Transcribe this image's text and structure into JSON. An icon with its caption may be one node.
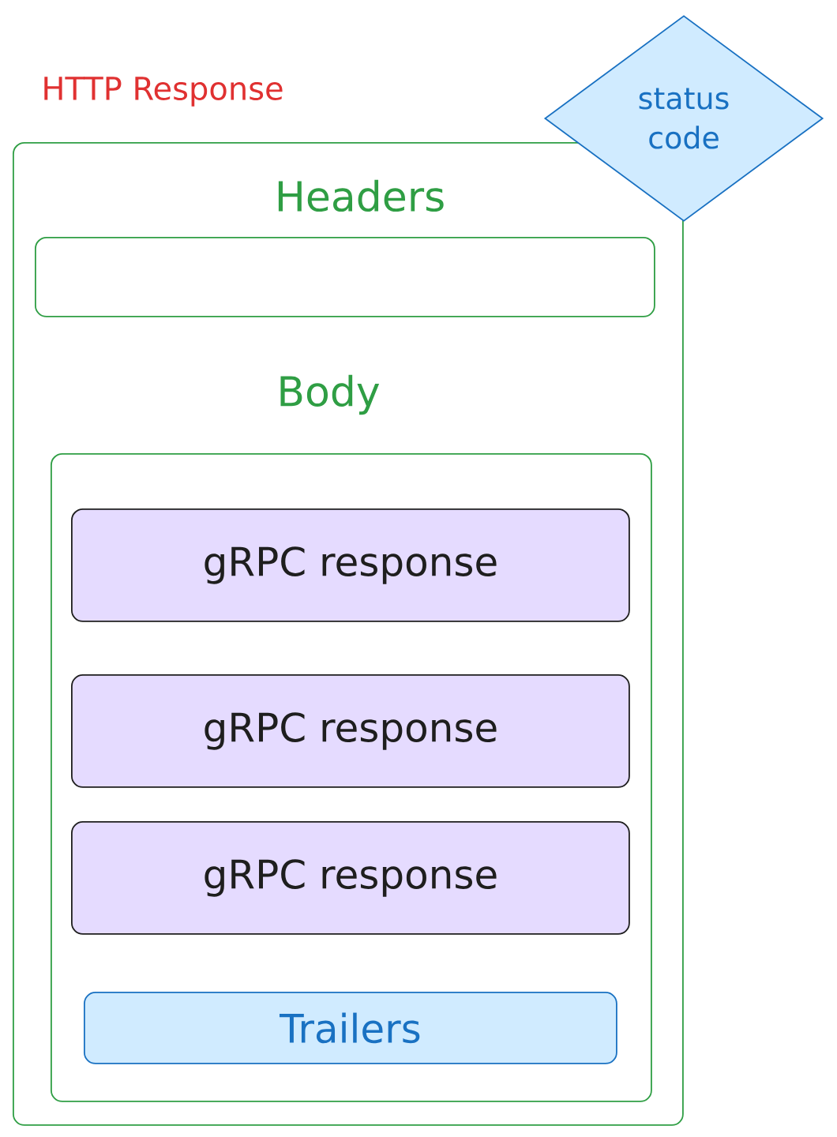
{
  "diagram": {
    "nodes": [
      {
        "text": [
          "HTTP Response"
        ]
      },
      {
        "text": [
          "Headers"
        ],
        "in": 0
      },
      {
        "text": [
          "Body"
        ],
        "in": 0
      },
      {
        "text": [
          "gRPC response"
        ],
        "in": 2
      },
      {
        "text": [
          "gRPC response"
        ],
        "in": 2
      },
      {
        "text": [
          "gRPC response"
        ],
        "in": 2
      },
      {
        "text": [
          "Trailers"
        ],
        "in": 2
      },
      {
        "text": [
          "status code"
        ]
      }
    ]
  }
}
